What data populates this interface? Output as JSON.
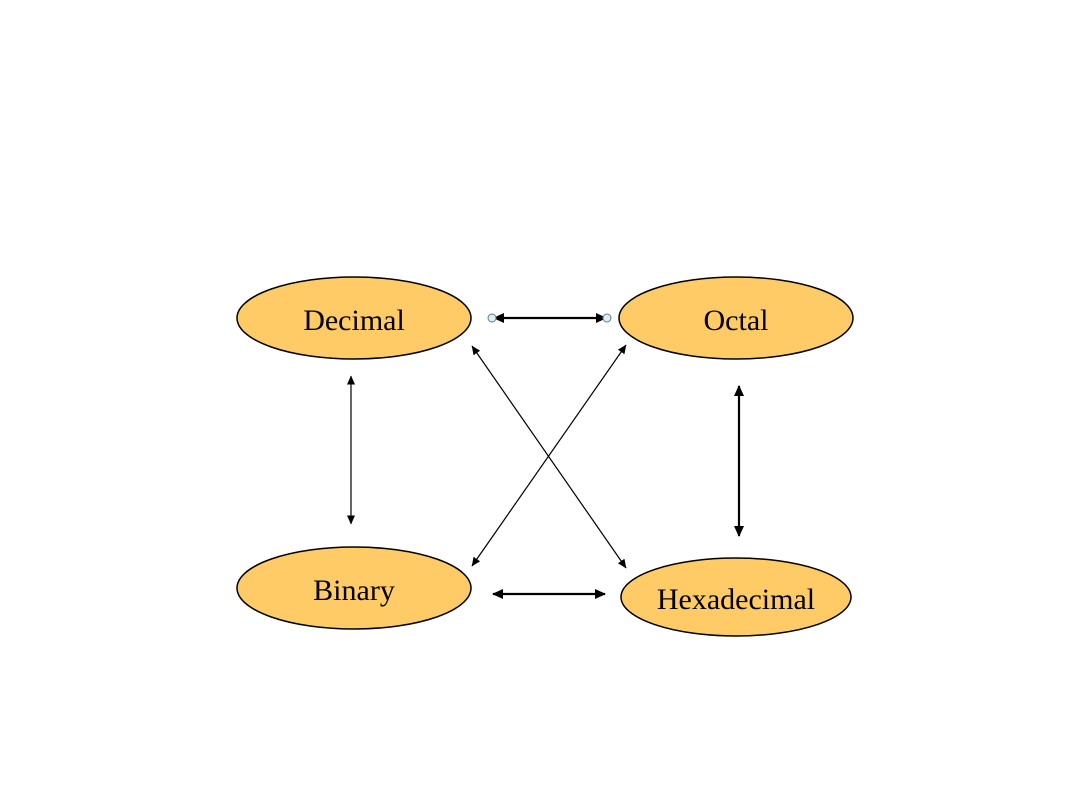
{
  "diagram": {
    "node_fill": "#fecb66",
    "edge_color": "#000000",
    "nodes": [
      {
        "id": "decimal",
        "label": "Decimal"
      },
      {
        "id": "octal",
        "label": "Octal"
      },
      {
        "id": "binary",
        "label": "Binary"
      },
      {
        "id": "hexadecimal",
        "label": "Hexadecimal"
      }
    ],
    "edges": [
      {
        "from": "decimal",
        "to": "octal",
        "direction": "both"
      },
      {
        "from": "decimal",
        "to": "binary",
        "direction": "both"
      },
      {
        "from": "decimal",
        "to": "hexadecimal",
        "direction": "both"
      },
      {
        "from": "octal",
        "to": "binary",
        "direction": "both"
      },
      {
        "from": "octal",
        "to": "hexadecimal",
        "direction": "both"
      },
      {
        "from": "binary",
        "to": "hexadecimal",
        "direction": "both"
      }
    ]
  }
}
